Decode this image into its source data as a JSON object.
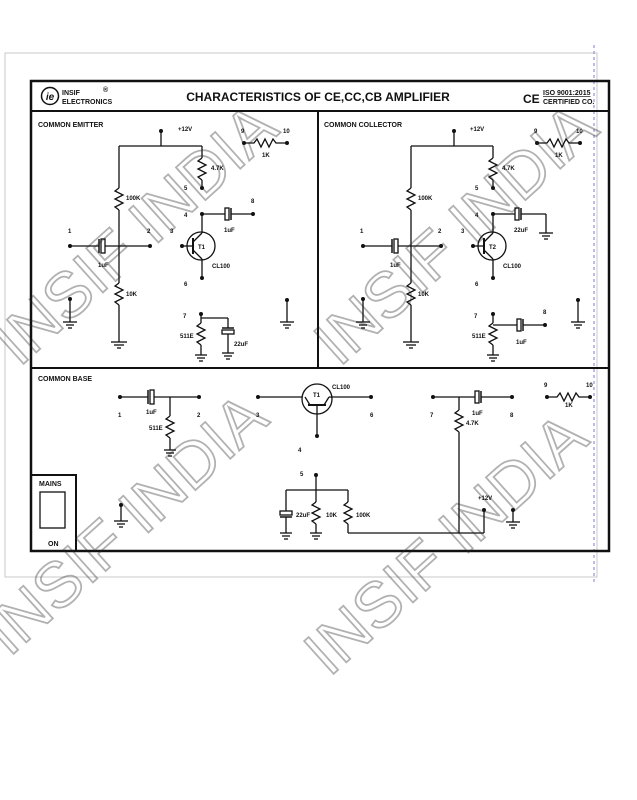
{
  "header": {
    "logo_symbol": "ie",
    "logo_registered": "®",
    "company_line1": "INSIF",
    "company_line2": "ELECTRONICS",
    "title": "CHARACTERISTICS OF CE,CC,CB AMPLIFIER",
    "ce_mark": "CE",
    "iso_line1": "ISO 9001:2015",
    "iso_line2": "CERTIFIED CO."
  },
  "watermark": "INSIF INDIA",
  "ce": {
    "title": "COMMON EMITTER",
    "supply": "+12V",
    "transistor": "T1",
    "transistor_type": "CL100",
    "r_top": "100K",
    "r_bottom": "10K",
    "r_collector": "4.7K",
    "r_load": "1K",
    "r_emitter": "511E",
    "c_in": "1uF",
    "c_out": "1uF",
    "c_emitter": "22uF",
    "terminals": [
      "1",
      "2",
      "3",
      "4",
      "5",
      "6",
      "7",
      "8",
      "9",
      "10"
    ]
  },
  "cc": {
    "title": "COMMON COLLECTOR",
    "supply": "+12V",
    "transistor": "T2",
    "transistor_type": "CL100",
    "r_top": "100K",
    "r_bottom": "10K",
    "r_collector": "4.7K",
    "r_load": "1K",
    "r_emitter": "511E",
    "c_in": "1uF",
    "c_collector": "22uF",
    "c_out": "1uF",
    "terminals": [
      "1",
      "2",
      "3",
      "4",
      "5",
      "6",
      "7",
      "8",
      "9",
      "10"
    ]
  },
  "cb": {
    "title": "COMMON BASE",
    "supply": "+12V",
    "transistor": "T1",
    "transistor_type": "CL100",
    "c_in": "1uF",
    "r_emitter": "511E",
    "c_out": "1uF",
    "r_collector": "4.7K",
    "r_load": "1K",
    "c_base": "22uF",
    "r_base_low": "10K",
    "r_base_high": "100K",
    "terminals": [
      "1",
      "2",
      "3",
      "4",
      "5",
      "6",
      "7",
      "8",
      "9",
      "10"
    ]
  },
  "mains": {
    "label": "MAINS",
    "state": "ON"
  }
}
